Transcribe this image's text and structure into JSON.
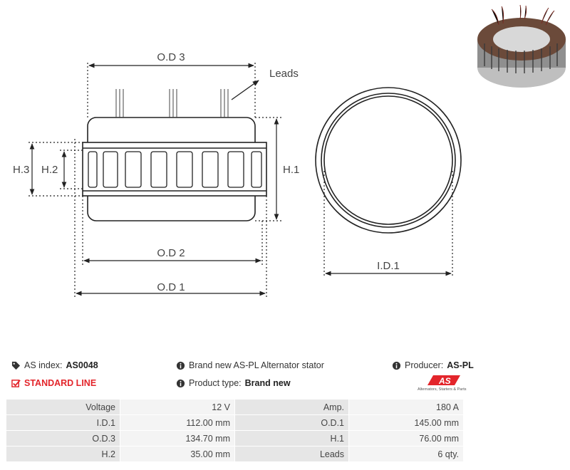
{
  "drawing": {
    "label_od3": "O.D 3",
    "label_leads": "Leads",
    "label_h1": "H.1",
    "label_h2": "H.2",
    "label_h3": "H.3",
    "label_od2": "O.D 2",
    "label_od1": "O.D 1",
    "label_id1": "I.D.1"
  },
  "info": {
    "as_index_label": "AS index:",
    "as_index_value": "AS0048",
    "standard_line": "STANDARD LINE",
    "description": "Brand new AS-PL Alternator stator",
    "product_type_label": "Product type:",
    "product_type_value": "Brand new",
    "producer_label": "Producer:",
    "producer_value": "AS-PL",
    "logo_text": "AS",
    "logo_subtitle": "Alternators, Starters & Parts"
  },
  "specs": [
    {
      "label": "Voltage",
      "value": "12 V",
      "label2": "Amp.",
      "value2": "180 A"
    },
    {
      "label": "I.D.1",
      "value": "112.00 mm",
      "label2": "O.D.1",
      "value2": "145.00 mm"
    },
    {
      "label": "O.D.3",
      "value": "134.70 mm",
      "label2": "H.1",
      "value2": "76.00 mm"
    },
    {
      "label": "H.2",
      "value": "35.00 mm",
      "label2": "Leads",
      "value2": "6 qty."
    }
  ],
  "colors": {
    "accent_red": "#e3252b",
    "label_cell": "#e6e6e6",
    "value_cell": "#f4f4f4"
  }
}
